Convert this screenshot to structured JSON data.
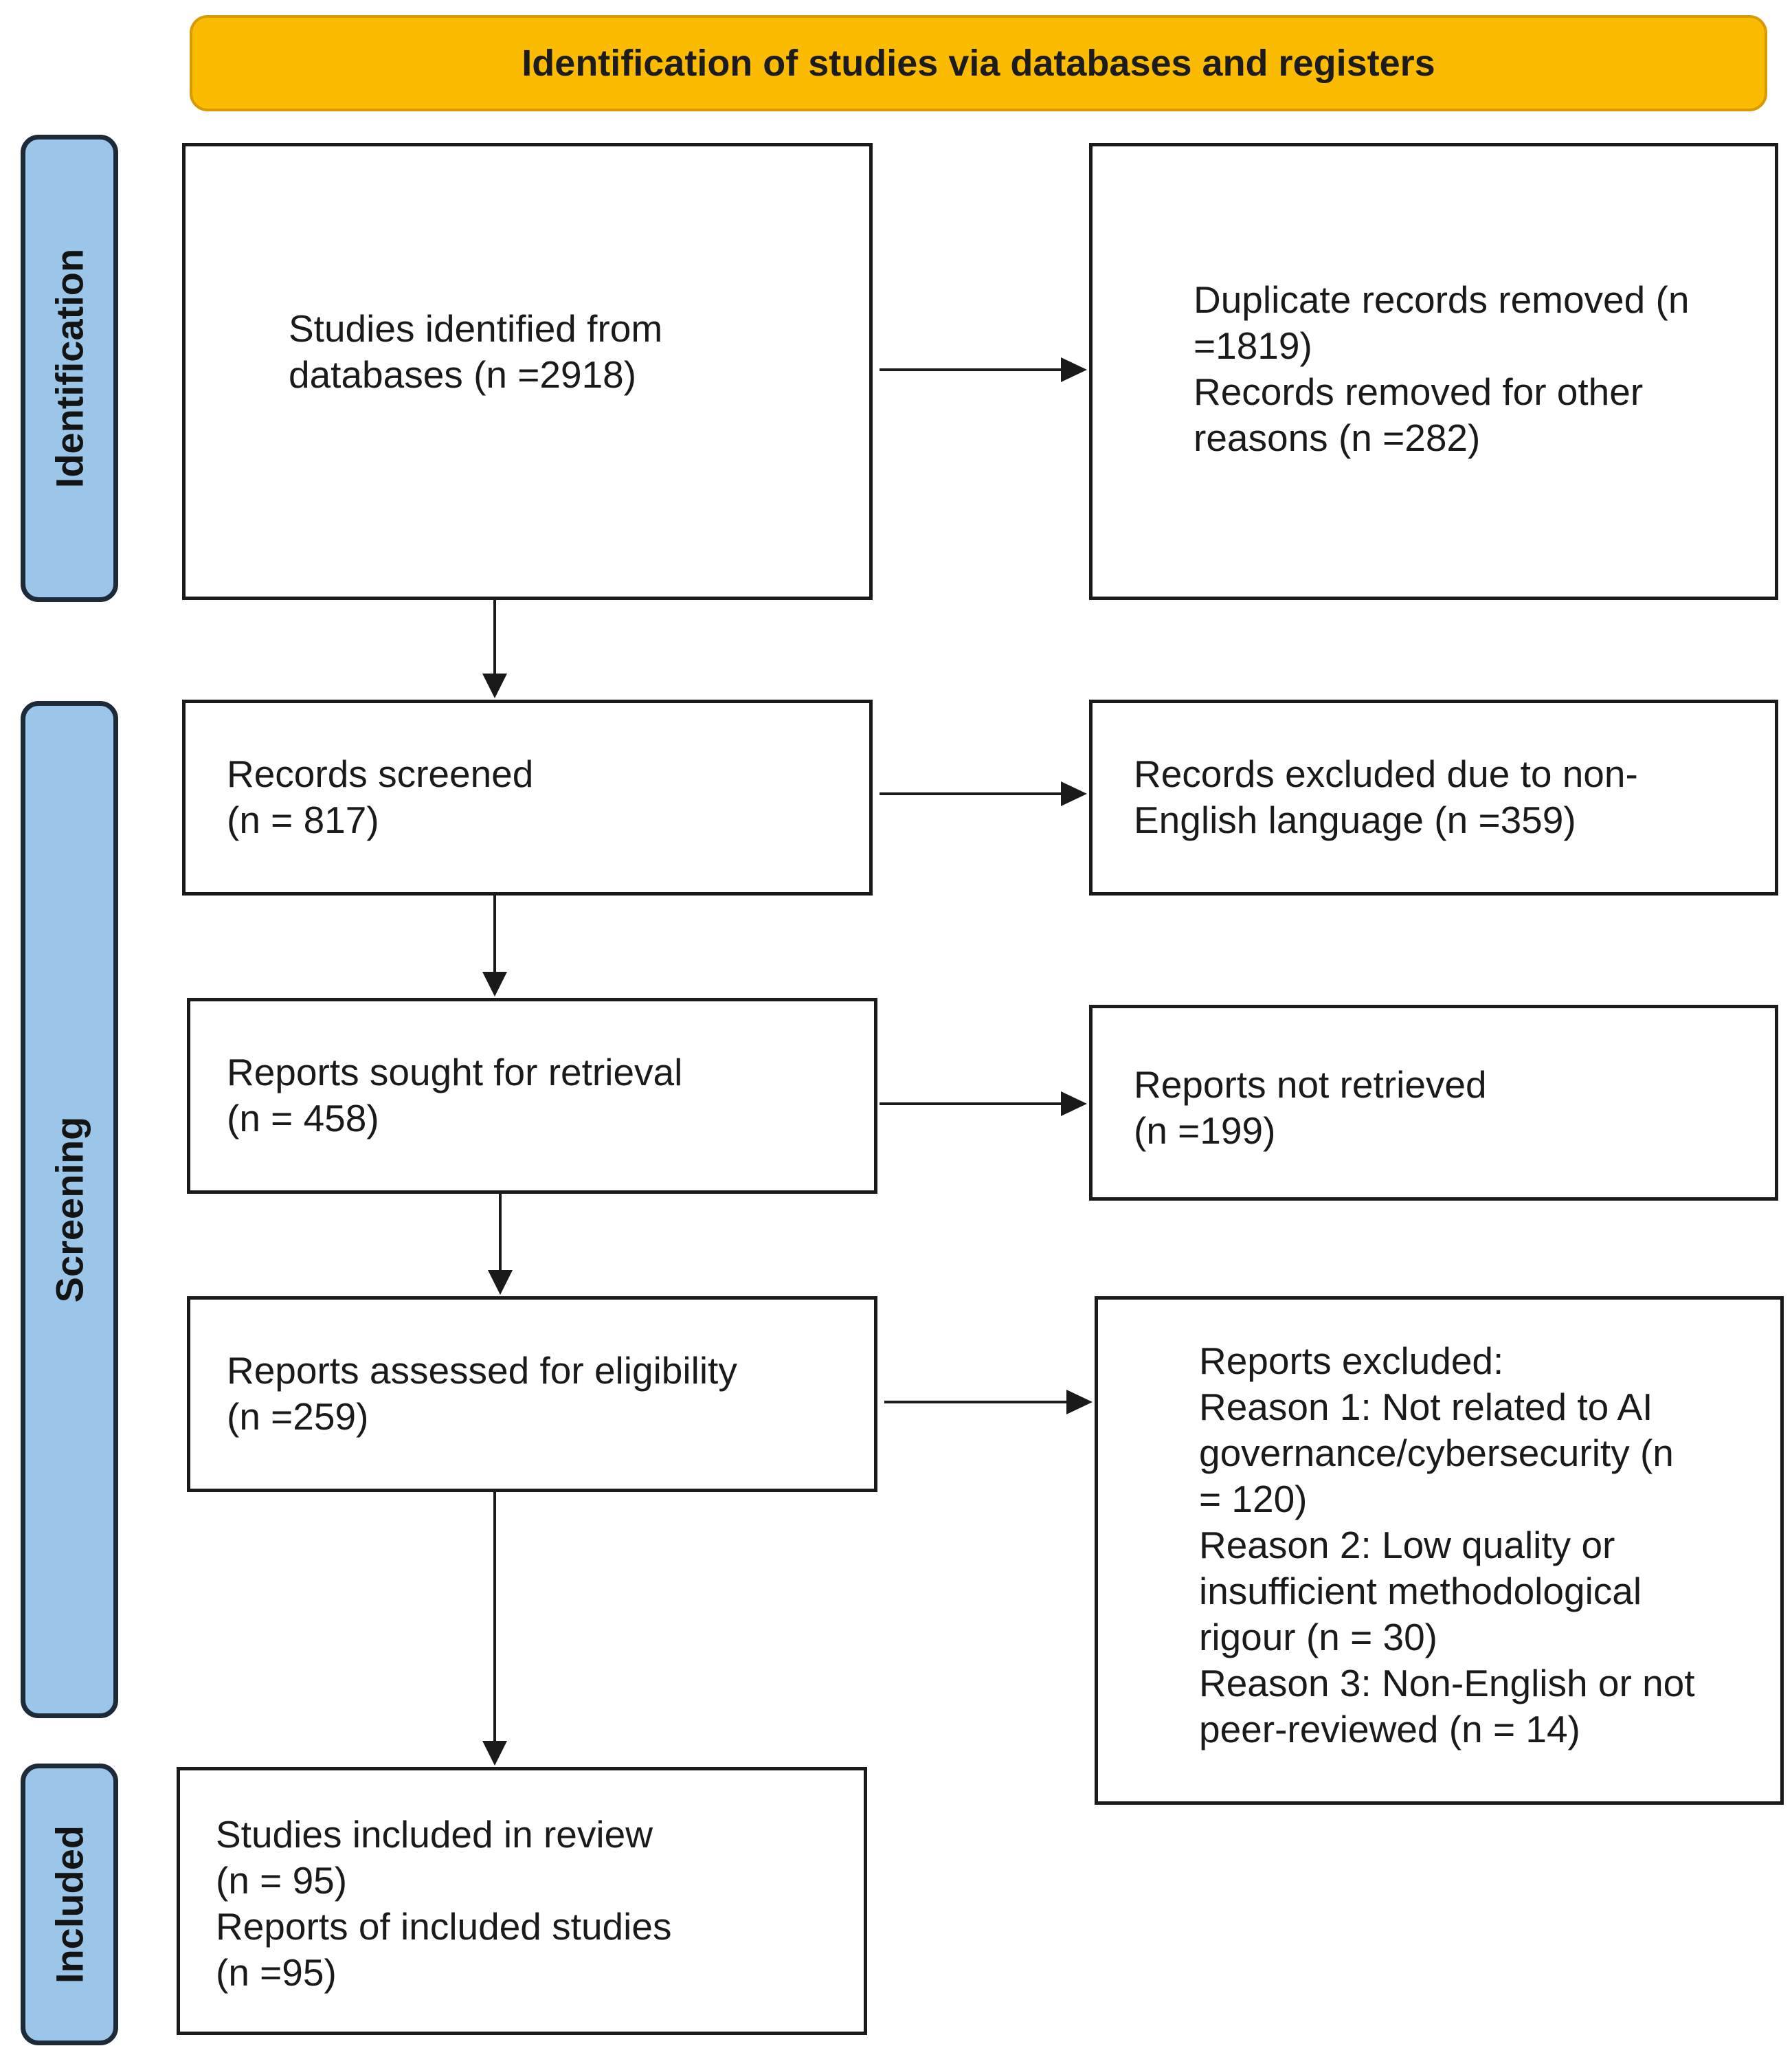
{
  "header": {
    "title": "Identification of studies via databases and registers"
  },
  "stages": {
    "identification": "Identification",
    "screening": "Screening",
    "included": "Included"
  },
  "boxes": {
    "identified": [
      "Studies identified from",
      "databases (n =2918)"
    ],
    "removed": [
      "Duplicate records removed (n",
      "=1819)",
      "Records removed for other",
      "reasons (n =282)"
    ],
    "screened": [
      "Records screened",
      "(n = 817)"
    ],
    "excluded_language": [
      "Records excluded due to non-",
      "English language (n =359)"
    ],
    "sought": [
      "Reports sought for retrieval",
      "(n = 458)"
    ],
    "not_retrieved": [
      "Reports not retrieved",
      "(n =199)"
    ],
    "assessed": [
      "Reports assessed for eligibility",
      "(n =259)"
    ],
    "reports_excluded": [
      "Reports excluded:",
      "Reason 1: Not related to AI",
      "governance/cybersecurity (n",
      "= 120)",
      "Reason 2: Low quality or",
      "insufficient methodological",
      "rigour (n = 30)",
      "Reason 3: Non-English or not",
      "peer-reviewed (n = 14)"
    ],
    "included": [
      "Studies included in review",
      "(n = 95)",
      "Reports of included studies",
      "(n =95)"
    ]
  },
  "colors": {
    "banner_fill": "#fbbb00",
    "stage_fill": "#9bc6e9",
    "line": "#1a1a1a"
  }
}
